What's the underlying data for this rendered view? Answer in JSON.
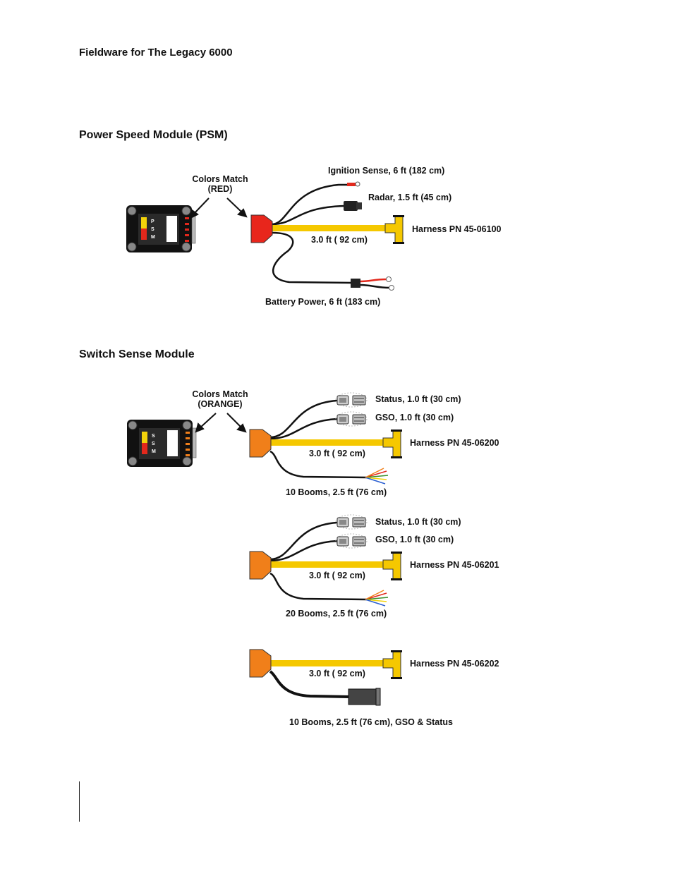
{
  "header": {
    "title": "Fieldware for The Legacy 6000"
  },
  "psm": {
    "section_title": "Power Speed Module (PSM)",
    "colors_match_line1": "Colors Match",
    "colors_match_line2": "(RED)",
    "ignition": "Ignition Sense, 6 ft (182 cm)",
    "radar": "Radar, 1.5 ft (45 cm)",
    "harness": "Harness PN 45-06100",
    "length": "3.0 ft ( 92 cm)",
    "battery": "Battery Power, 6 ft  (183 cm)",
    "module_letters": [
      "P",
      "S",
      "M"
    ],
    "connector_color": "#e8261c"
  },
  "ssm": {
    "section_title": "Switch Sense Module",
    "colors_match_line1": "Colors Match",
    "colors_match_line2": "(ORANGE)",
    "module_letters": [
      "S",
      "S",
      "M"
    ],
    "connector_color": "#f07f1a",
    "harness_a": {
      "status": "Status, 1.0  ft (30 cm)",
      "gso": "GSO, 1.0 ft (30 cm)",
      "harness": "Harness PN 45-06200",
      "length": "3.0 ft ( 92 cm)",
      "booms": "10 Booms, 2.5 ft  (76 cm)"
    },
    "harness_b": {
      "status": "Status, 1.0  ft (30 cm)",
      "gso": "GSO, 1.0 ft (30 cm)",
      "harness": "Harness PN 45-06201",
      "length": "3.0 ft ( 92 cm)",
      "booms": "20 Booms, 2.5 ft  (76 cm)"
    },
    "harness_c": {
      "harness": "Harness PN 45-06202",
      "length": "3.0 ft ( 92 cm)",
      "booms": "10 Booms, 2.5 ft  (76 cm), GSO & Status"
    }
  },
  "colors": {
    "harness_yellow": "#f5c800",
    "module_black": "#111111"
  }
}
